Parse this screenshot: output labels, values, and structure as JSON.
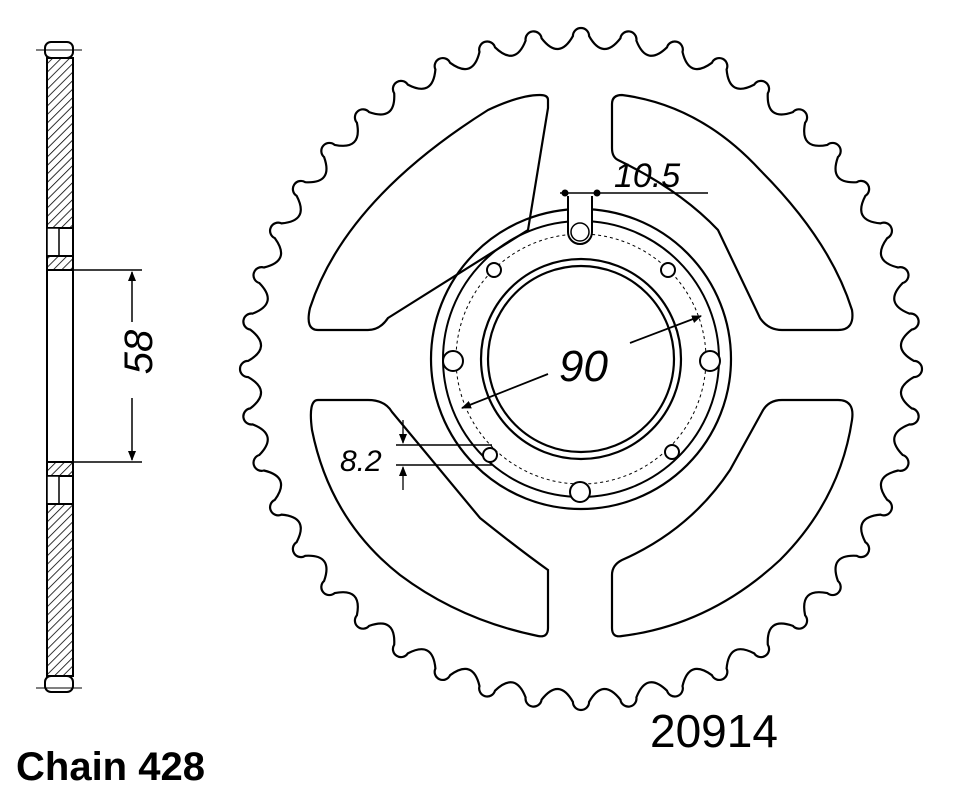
{
  "sprocket": {
    "teeth": 44,
    "part_number": "20914",
    "chain_label": "Chain 428"
  },
  "dimensions": {
    "hub_bore": "58",
    "bolt_circle": "90",
    "slot_width": "10.5",
    "hole_diameter": "8.2"
  },
  "colors": {
    "line": "#000000",
    "background": "#ffffff"
  }
}
